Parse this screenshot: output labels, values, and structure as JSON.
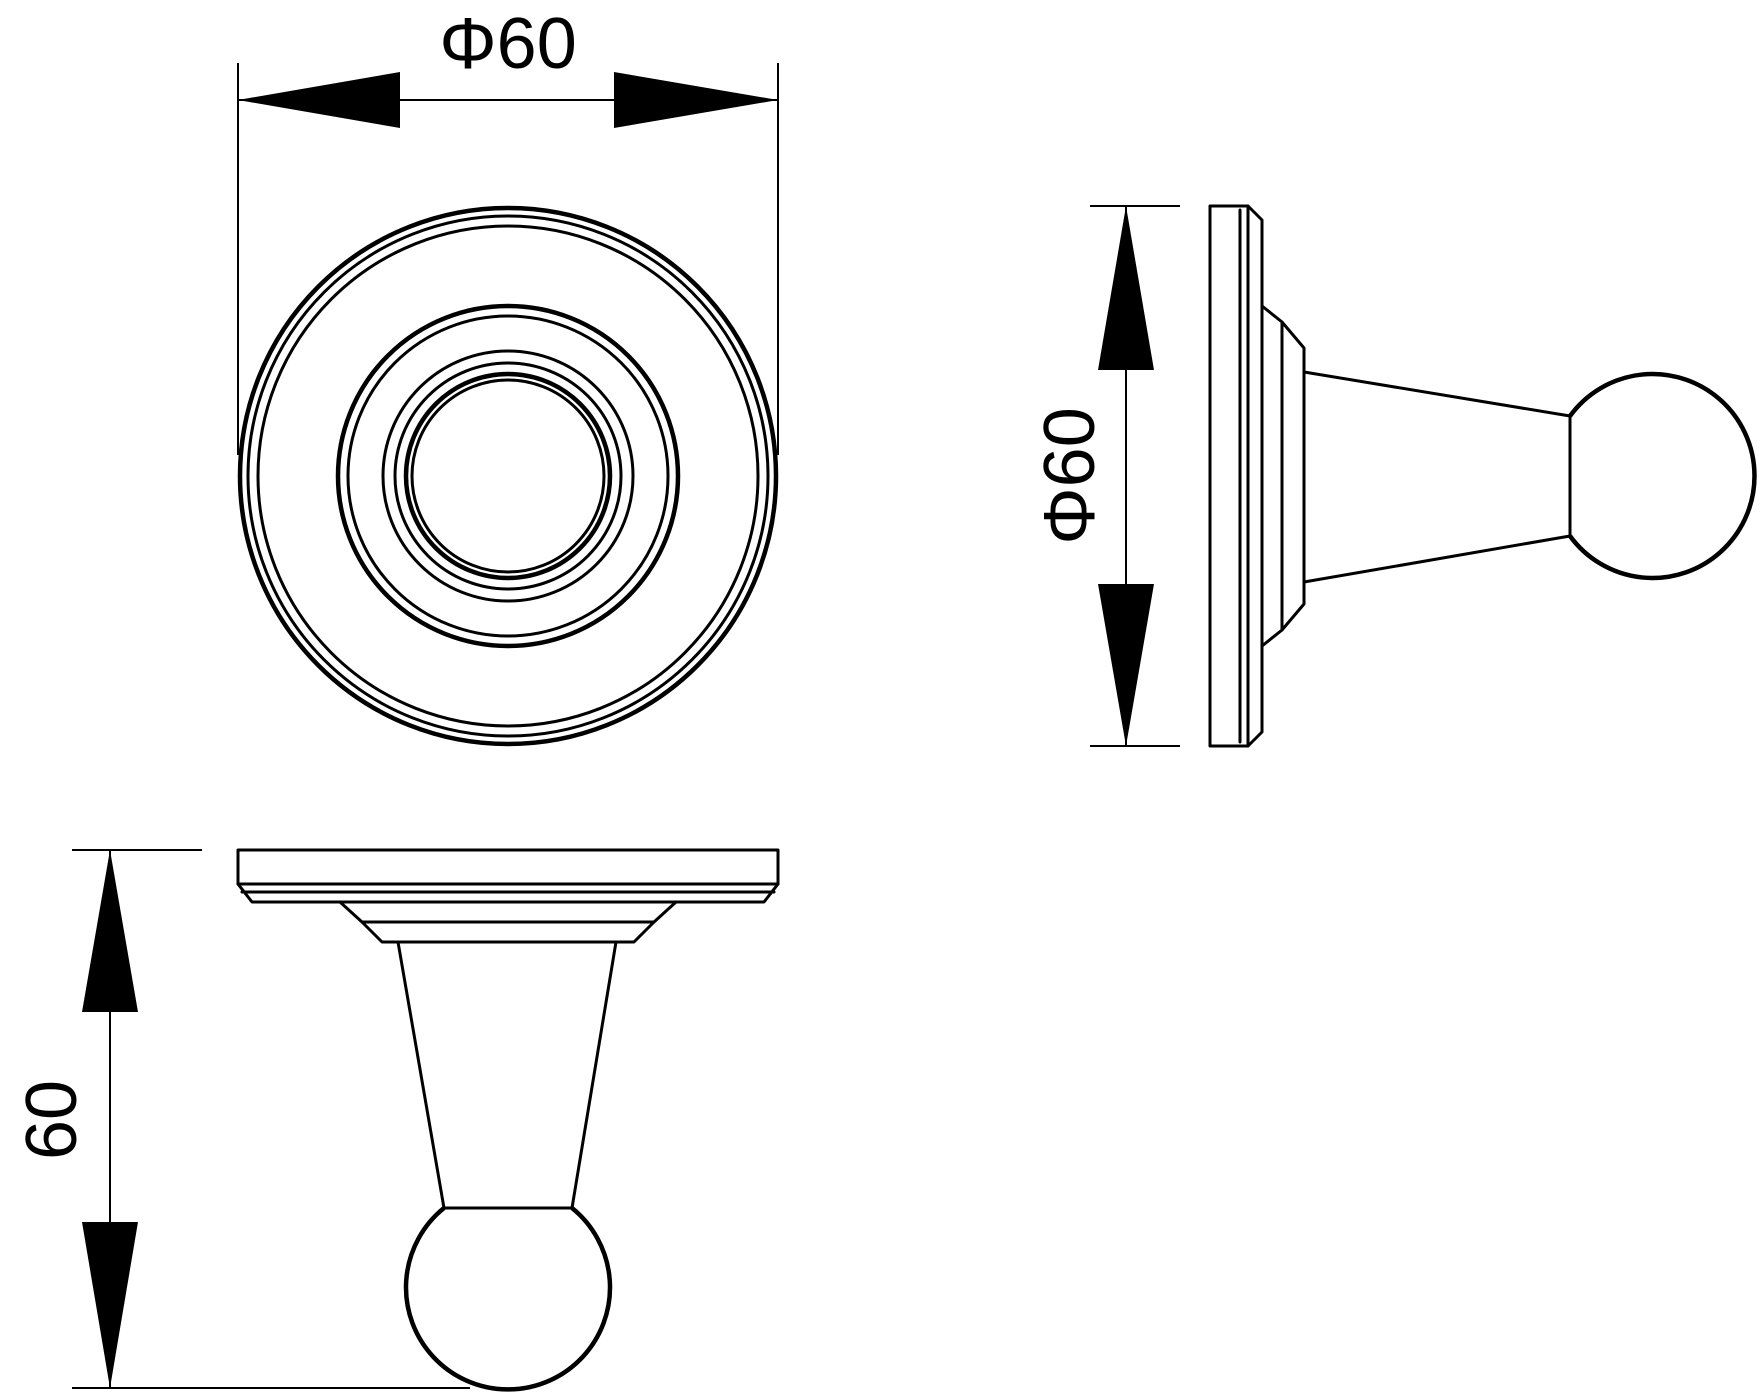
{
  "dimensions": {
    "top_view_diameter": "Φ60",
    "side_view_diameter": "Φ60",
    "front_view_height": "60"
  }
}
